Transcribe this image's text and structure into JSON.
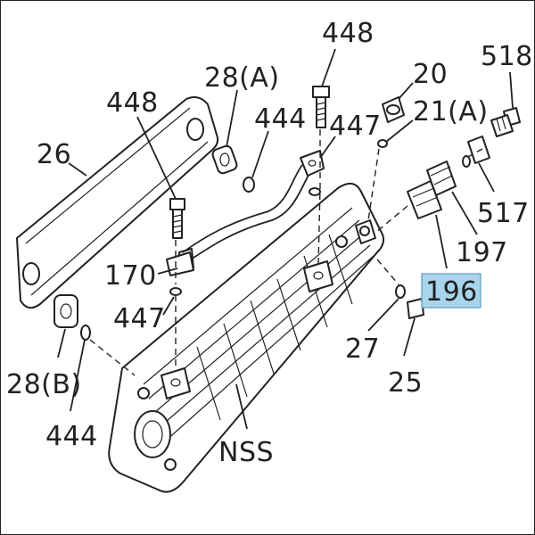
{
  "diagram": {
    "labels": {
      "l448a": "448",
      "l518": "518",
      "l28a": "28(A)",
      "l20": "20",
      "l448b": "448",
      "l444a": "444",
      "l447a": "447",
      "l21a": "21(A)",
      "l26": "26",
      "l517": "517",
      "l197": "197",
      "l170": "170",
      "l196": "196",
      "l447b": "447",
      "l27": "27",
      "l28b": "28(B)",
      "l25": "25",
      "l444b": "444",
      "lnss": "NSS"
    },
    "highlight_color": "#a8d4ec",
    "highlighted_part": "196"
  }
}
